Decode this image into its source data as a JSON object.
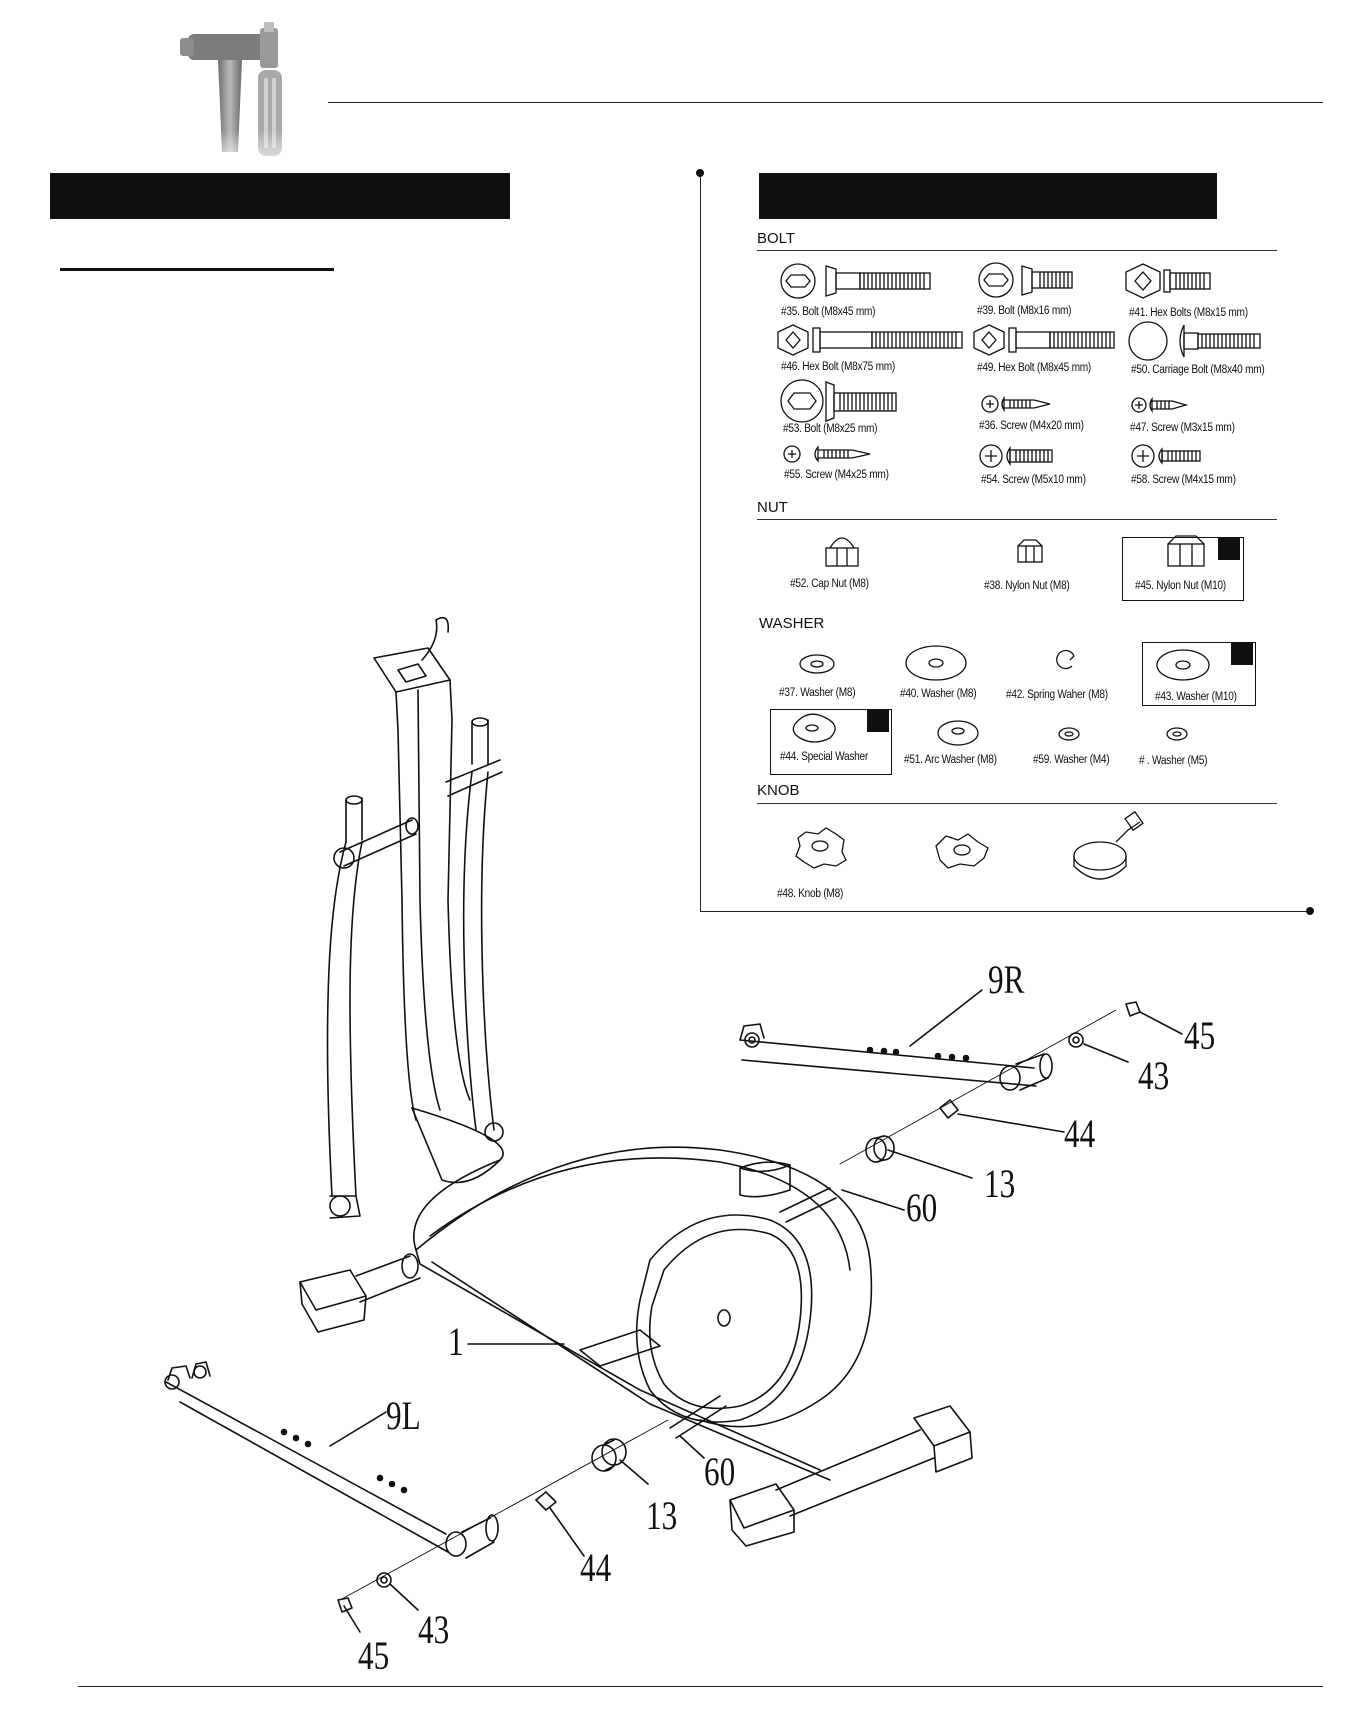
{
  "sections": {
    "bolt": "BOLT",
    "nut": "NUT",
    "washer": "WASHER",
    "knob": "KNOB"
  },
  "bolts": [
    {
      "label": "#35.  Bolt (M8x45 mm)",
      "icon": "flat-head-hex-socket-bolt-icon"
    },
    {
      "label": "#39.  Bolt (M8x16 mm)",
      "icon": "flat-head-hex-socket-bolt-icon"
    },
    {
      "label": "#41.  Hex Bolts (M8x15 mm)",
      "icon": "hex-bolt-icon"
    },
    {
      "label": "#46.  Hex Bolt (M8x75 mm)",
      "icon": "hex-bolt-icon"
    },
    {
      "label": "#49. Hex Bolt (M8x45 mm)",
      "icon": "hex-bolt-icon"
    },
    {
      "label": "#50. Carriage Bolt  (M8x40 mm)",
      "icon": "carriage-bolt-icon"
    },
    {
      "label": "#53. Bolt (M8x25 mm)",
      "icon": "flat-head-hex-socket-bolt-icon"
    },
    {
      "label": "#36.  Screw (M4x20 mm)",
      "icon": "phillips-screw-icon"
    },
    {
      "label": "#47. Screw (M3x15 mm)",
      "icon": "phillips-screw-icon"
    },
    {
      "label": "#55. Screw (M4x25 mm)",
      "icon": "phillips-screw-icon"
    },
    {
      "label": "#54. Screw (M5x10 mm)",
      "icon": "phillips-screw-icon"
    },
    {
      "label": "#58. Screw (M4x15 mm)",
      "icon": "phillips-screw-icon"
    }
  ],
  "nuts": [
    {
      "label": "#52. Cap Nut (M8)",
      "icon": "cap-nut-icon",
      "highlighted": false
    },
    {
      "label": "#38. Nylon Nut (M8)",
      "icon": "nylon-nut-icon",
      "highlighted": false
    },
    {
      "label": "#45. Nylon Nut (M10)",
      "icon": "nylon-nut-icon",
      "highlighted": true
    }
  ],
  "washers": [
    {
      "label": "#37. Washer (M8)",
      "icon": "washer-icon",
      "highlighted": false
    },
    {
      "label": "#40. Washer (M8)",
      "icon": "washer-icon",
      "highlighted": false
    },
    {
      "label": "#42. Spring Waher (M8)",
      "icon": "spring-washer-icon",
      "highlighted": false
    },
    {
      "label": "#43. Washer (M10)",
      "icon": "washer-icon",
      "highlighted": true
    },
    {
      "label": "#44. Special Washer",
      "icon": "special-washer-icon",
      "highlighted": true
    },
    {
      "label": "#51. Arc Washer (M8)",
      "icon": "arc-washer-icon",
      "highlighted": false
    },
    {
      "label": "#59. Washer (M4)",
      "icon": "washer-icon",
      "highlighted": false
    },
    {
      "label": "#    . Washer (M5)",
      "icon": "washer-icon",
      "highlighted": false
    }
  ],
  "knobs": [
    {
      "label": "#48. Knob (M8)",
      "icon": "star-knob-icon"
    },
    {
      "label": "",
      "icon": "star-knob-icon"
    },
    {
      "label": "",
      "icon": "tension-knob-icon"
    }
  ],
  "callouts": [
    "9R",
    "45",
    "43",
    "44",
    "13",
    "60",
    "1",
    "9L",
    "60",
    "13",
    "44",
    "43",
    "45"
  ]
}
